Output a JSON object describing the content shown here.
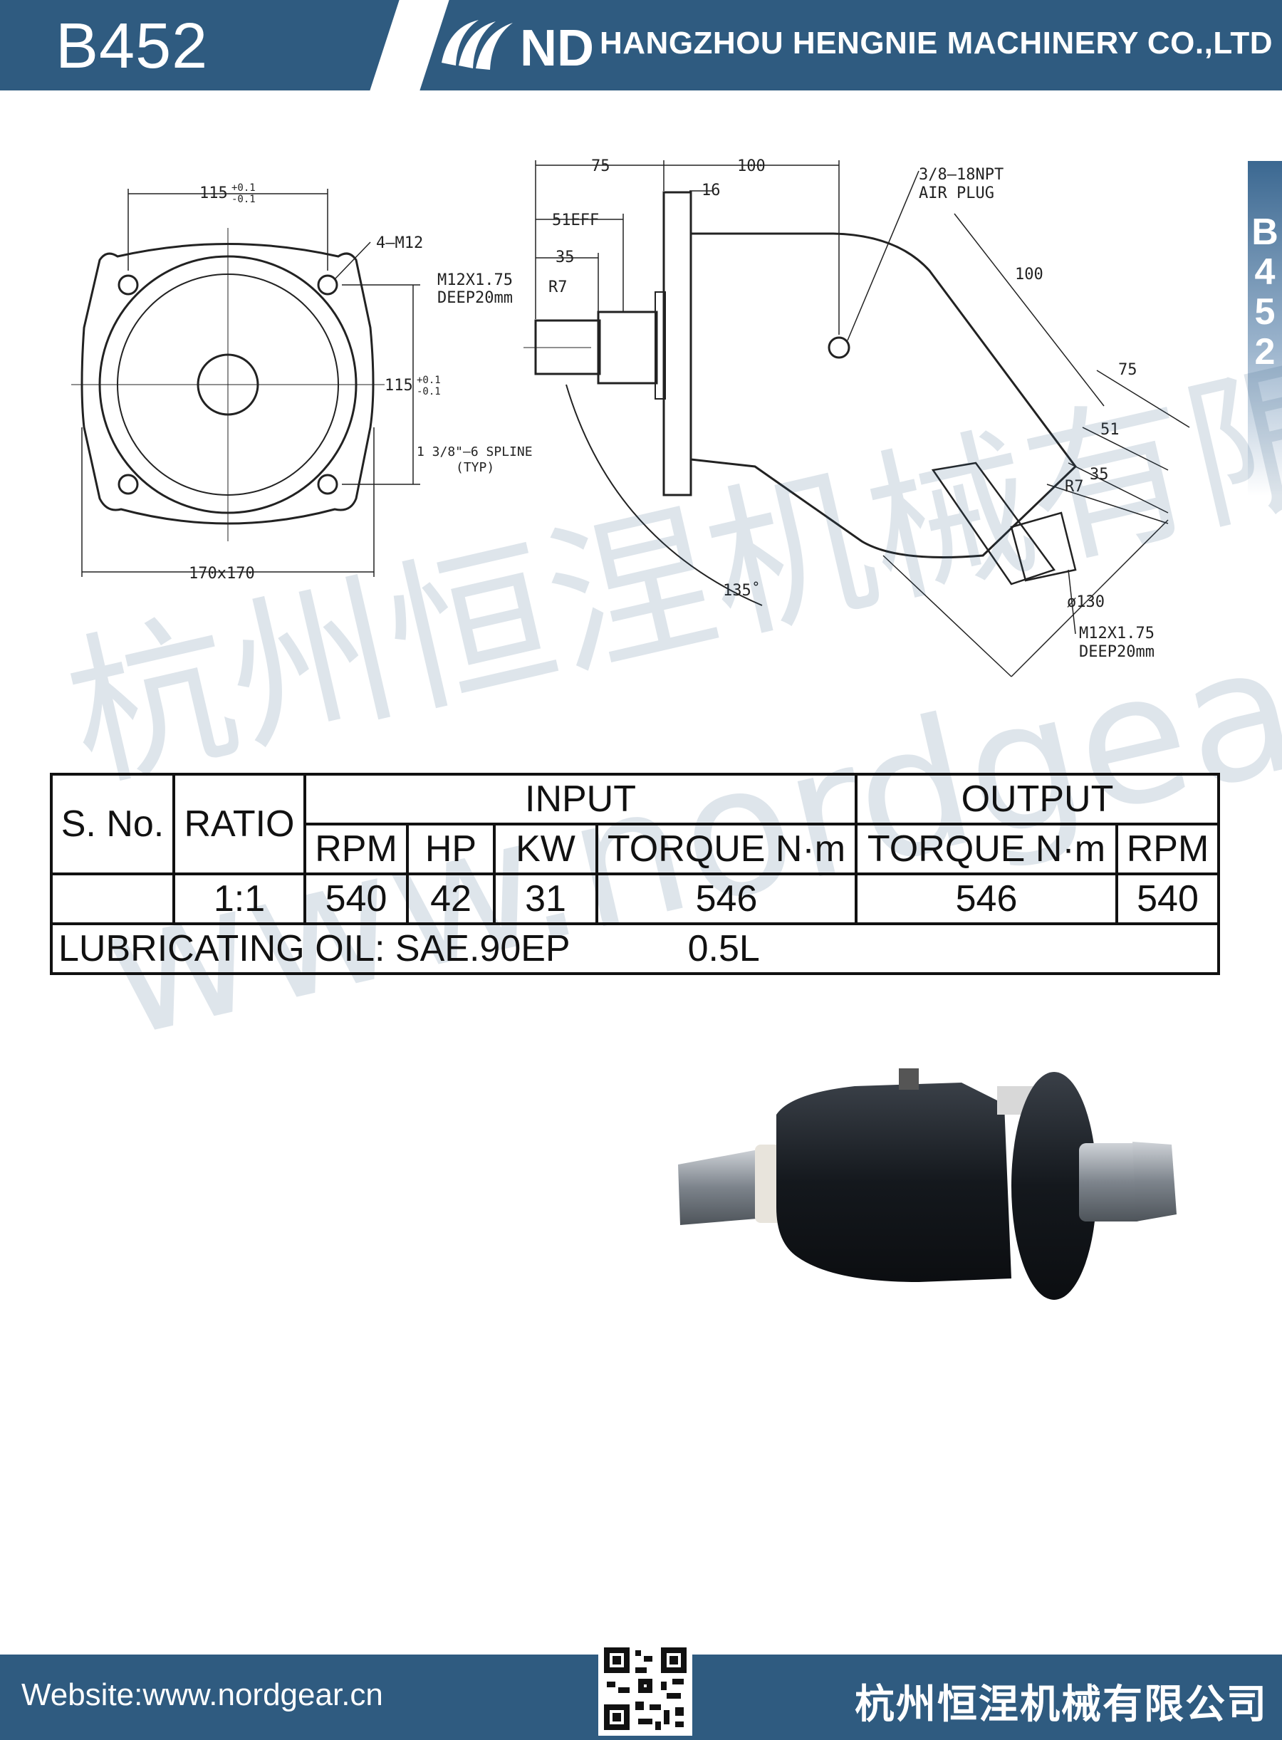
{
  "header": {
    "model": "B452",
    "logo_text": "ND",
    "company": "HANGZHOU HENGNIE MACHINERY CO.,LTD"
  },
  "side_tab": [
    "B",
    "4",
    "5",
    "2"
  ],
  "drawing": {
    "front": {
      "dim_115_top": "115",
      "dim_115_right": "115",
      "tol": [
        "+0.1",
        "-0.1"
      ],
      "holes": "4—M12",
      "dim_170": "170x170"
    },
    "side": {
      "d75": "75",
      "d100": "100",
      "d16": "16",
      "d51": "51EFF",
      "d35": "35",
      "r7": "R7",
      "thread1": "M12X1.75",
      "thread1b": "DEEP20mm",
      "spline": "1  3/8\"—6  SPLINE",
      "typ": "(TYP)",
      "plug": "3/8—18NPT",
      "plug2": "AIR  PLUG",
      "o100": "100",
      "o75": "75",
      "o51": "51",
      "o35": "35",
      "or7": "R7",
      "angle": "135˚",
      "dia": "ø130",
      "thread2": "M12X1.75",
      "thread2b": "DEEP20mm"
    }
  },
  "watermark": {
    "line1": "杭州恒涅机械有限公司",
    "line2": "www.nordgear.cn"
  },
  "table": {
    "sno": "S. No.",
    "ratio": "RATIO",
    "input": "INPUT",
    "output": "OUTPUT",
    "sub": [
      "RPM",
      "HP",
      "KW",
      "TORQUE N·m",
      "TORQUE N·m",
      "RPM"
    ],
    "row": {
      "sno": "",
      "ratio": "1:1",
      "rpm_in": "540",
      "hp": "42",
      "kw": "31",
      "torque_in": "546",
      "torque_out": "546",
      "rpm_out": "540"
    },
    "lub_label": "LUBRICATING OIL: SAE.90EP",
    "lub_qty": "0.5L"
  },
  "footer": {
    "website": "Website:www.nordgear.cn",
    "company_cn": "杭州恒涅机械有限公司"
  },
  "colors": {
    "brand_blue": "#2f5b80"
  }
}
